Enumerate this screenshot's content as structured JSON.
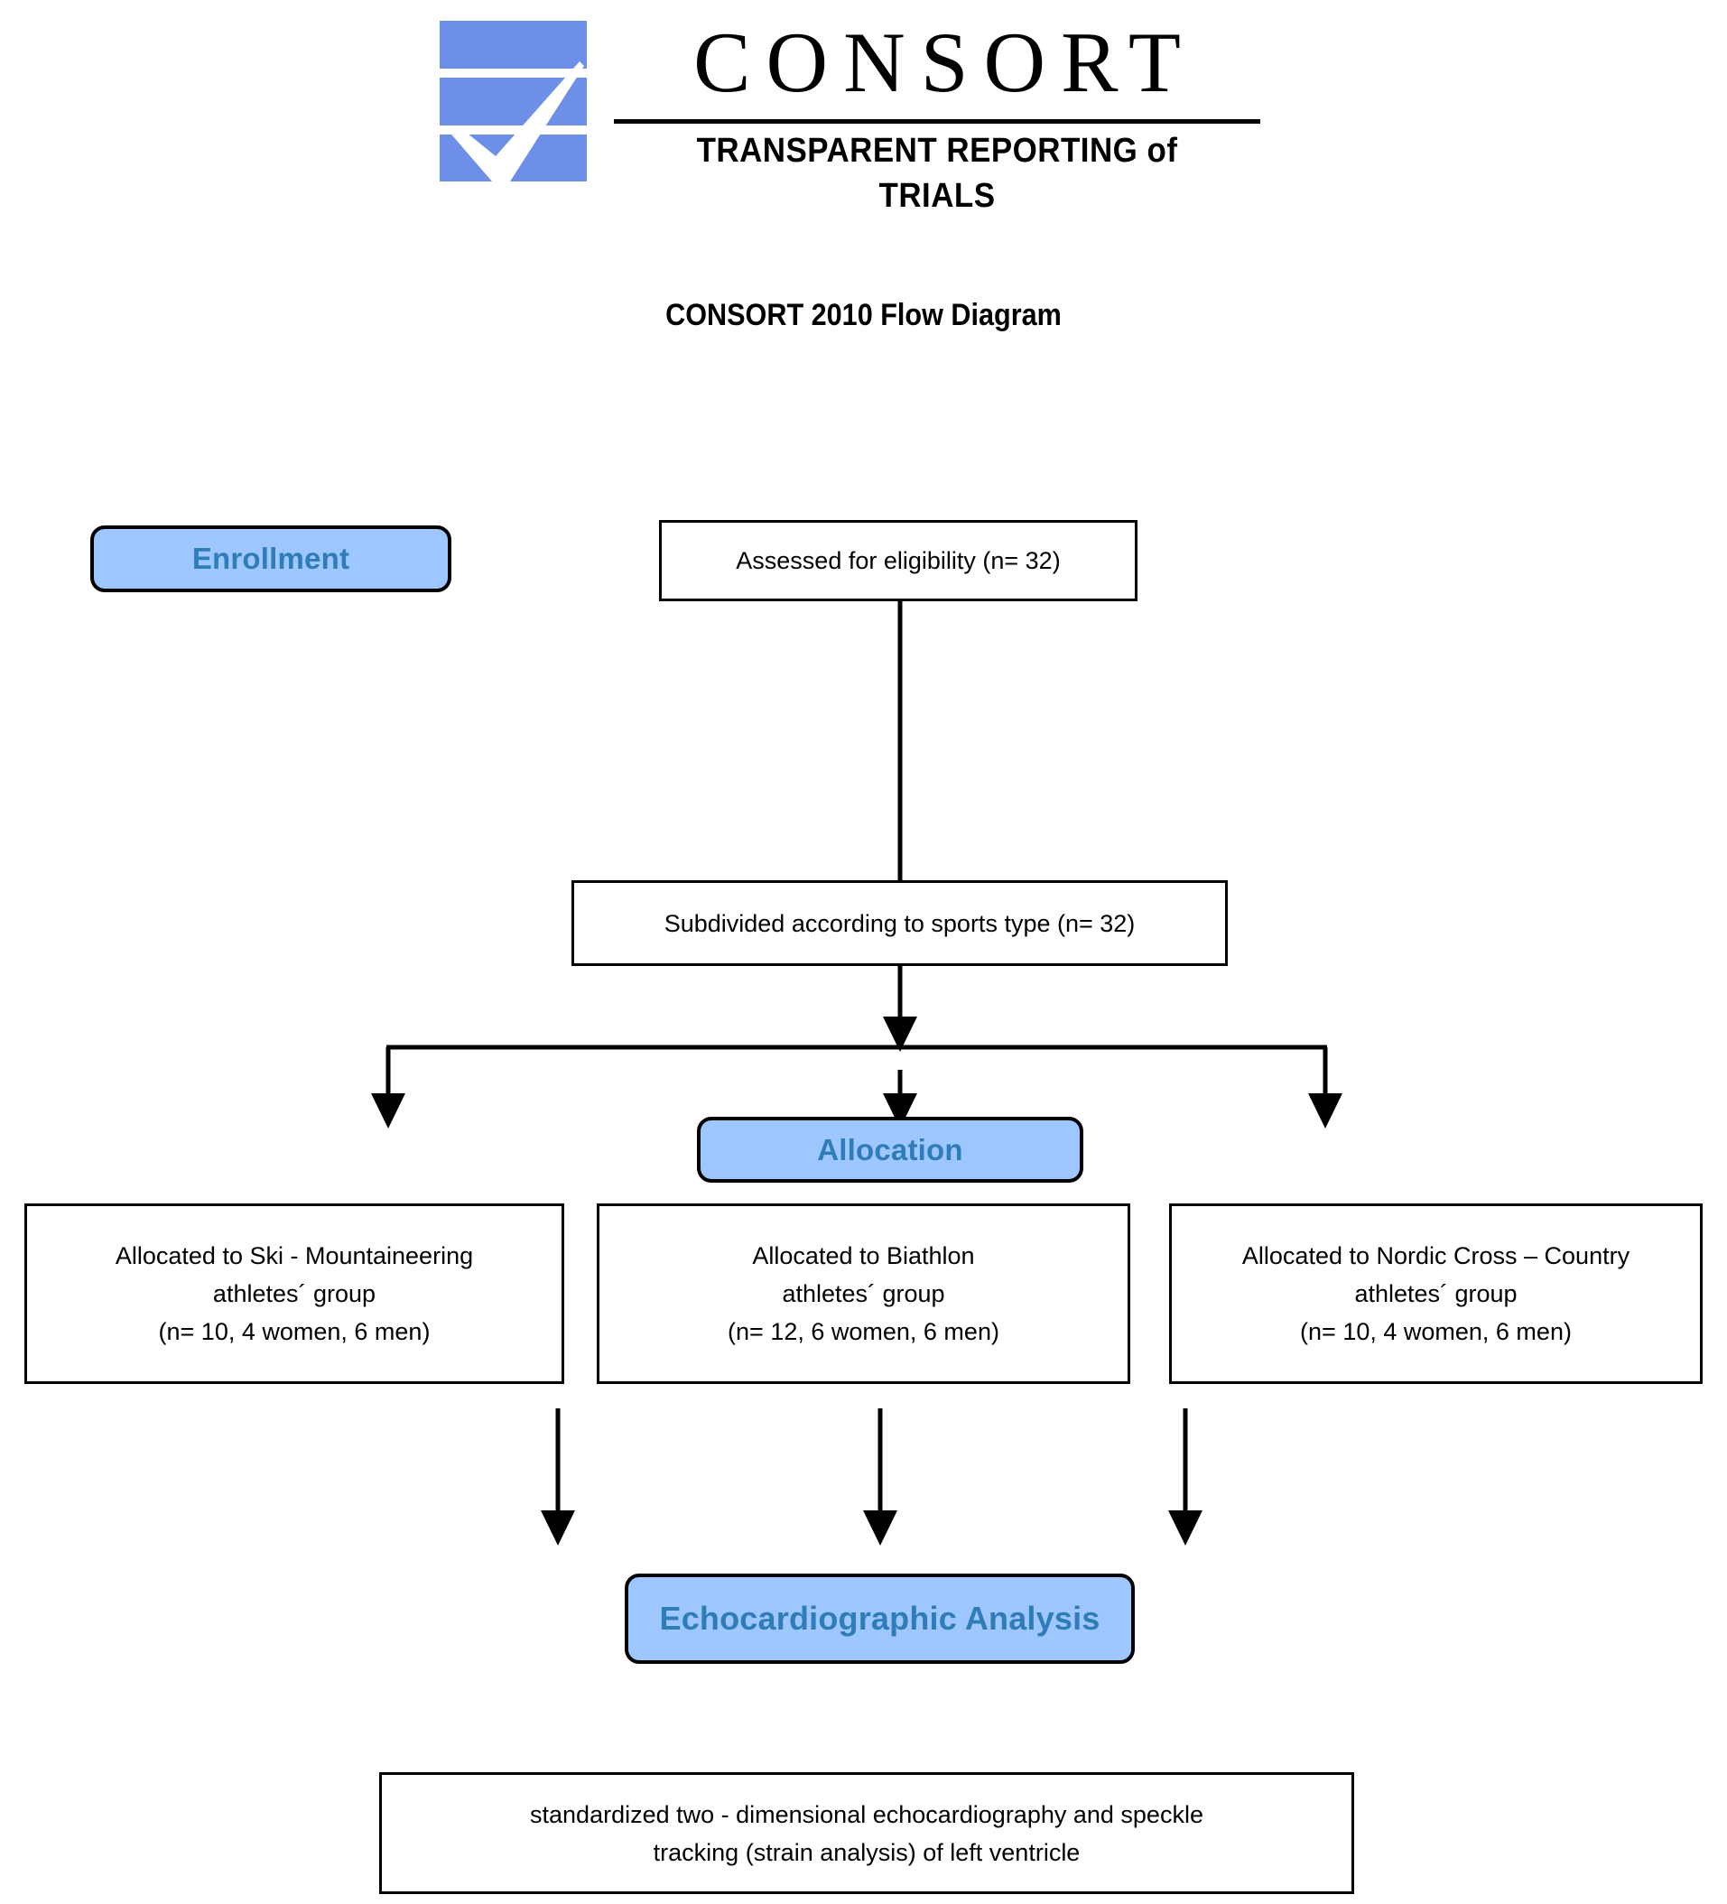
{
  "logo": {
    "wordmark": "CONSORT",
    "tagline": "TRANSPARENT REPORTING of TRIALS",
    "mark_name": "consort-checkmark-logo",
    "mark_color": "#6D8FE8"
  },
  "title": "CONSORT 2010 Flow Diagram",
  "colors": {
    "badge_fill": "#9FC7FF",
    "badge_text": "#2E7CB8",
    "border": "#000000",
    "box_fill": "#FFFFFF"
  },
  "diagram": {
    "type": "flowchart",
    "stages": [
      {
        "badge": "Enrollment",
        "nodes": [
          {
            "id": "eligibility",
            "text": "Assessed for eligibility (n= 32)",
            "n": 32
          },
          {
            "id": "subdivided",
            "text": "Subdivided according to sports type (n= 32)",
            "n": 32
          }
        ]
      },
      {
        "badge": "Allocation",
        "nodes": [
          {
            "id": "alloc-ski",
            "line1": "Allocated to Ski - Mountaineering",
            "line2": "athletes´ group",
            "line3": "(n= 10, 4 women, 6 men)",
            "n": 10,
            "women": 4,
            "men": 6
          },
          {
            "id": "alloc-biathlon",
            "line1": "Allocated to Biathlon",
            "line2": "athletes´ group",
            "line3": "(n= 12, 6 women, 6 men)",
            "n": 12,
            "women": 6,
            "men": 6
          },
          {
            "id": "alloc-nordic",
            "line1": "Allocated to Nordic Cross – Country",
            "line2": "athletes´ group",
            "line3": "(n= 10, 4 women, 6 men)",
            "n": 10,
            "women": 4,
            "men": 6
          }
        ]
      },
      {
        "badge": "Echocardiographic Analysis",
        "nodes": [
          {
            "id": "standardized",
            "line1": "standardized two - dimensional echocardiography and speckle",
            "line2": "tracking (strain analysis) of left ventricle"
          }
        ]
      }
    ]
  }
}
